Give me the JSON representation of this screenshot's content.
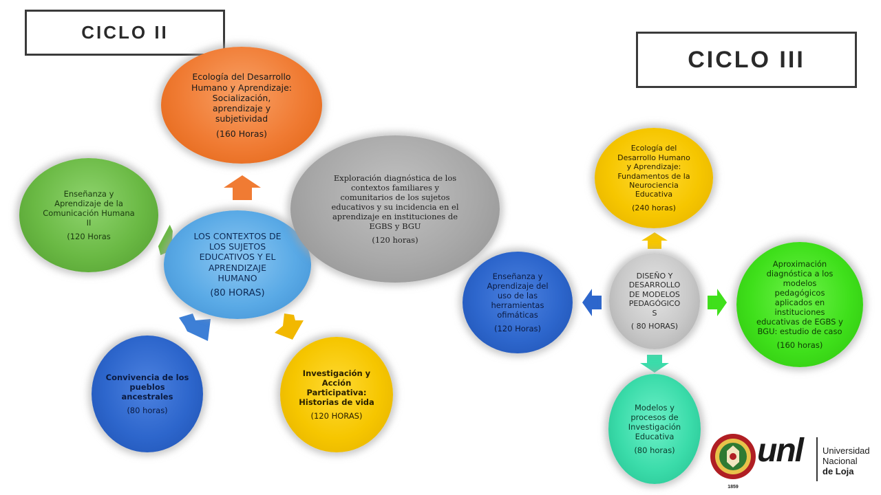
{
  "ciclo2": {
    "title": "CICLO II",
    "center": {
      "text": "LOS CONTEXTOS  DE\nLOS SUJETOS\nEDUCATIVOS  Y EL\nAPRENDIZAJE\nHUMANO",
      "hours": "(80 HORAS)"
    },
    "top": {
      "text": "Ecología del Desarrollo\nHumano y Aprendizaje:\nSocialización,\naprendizaje  y\nsubjetividad",
      "hours": "(160 Horas)"
    },
    "left": {
      "text": "Enseñanza y\nAprendizaje de la\nComunicación Humana\nII",
      "hours": "(120 Horas"
    },
    "right": {
      "text": "Exploración diagnóstica de los\ncontextos familiares y\ncomunitarios de los sujetos\neducativos y su incidencia en el\naprendizaje en instituciones de\nEGBS y BGU",
      "hours": "(120 horas)"
    },
    "bottom_left": {
      "text": "Convivencia de los\npueblos\nancestrales",
      "hours": "(80 horas)"
    },
    "bottom_right": {
      "text": "Investigación y\nAcción\nParticipativa:\nHistorias de vida",
      "hours": "(120 HORAS)"
    }
  },
  "ciclo3": {
    "title": "CICLO III",
    "center": {
      "text": "DISEÑO Y\nDESARROLLO\nDE MODELOS\nPEDAGÓGICO\nS",
      "hours": "( 80 HORAS)"
    },
    "top": {
      "text": "Ecología del\nDesarrollo Humano\ny Aprendizaje:\nFundamentos de la\nNeurociencia\nEducativa",
      "hours": "(240 horas)"
    },
    "left": {
      "text": "Enseñanza y\nAprendizaje del\nuso de las\nherramientas\nofimáticas",
      "hours": "(120 Horas)"
    },
    "right": {
      "text": "Aproximación\ndiagnóstica a los\nmodelos\npedagógicos\naplicados en\ninstituciones\neducativas de EGBS y\nBGU: estudio de caso",
      "hours": "(160 horas)"
    },
    "bottom": {
      "text": "Modelos y\nprocesos de\nInvestigación\nEducativa",
      "hours": "(80 horas)"
    }
  },
  "logo": {
    "seal_year": "1859",
    "unl": "unl",
    "name_line1": "Universidad",
    "name_line2": "Nacional",
    "name_line3": "de Loja"
  },
  "colors": {
    "orange": "#f07b33",
    "green": "#6ab944",
    "blue": "#5aaae6",
    "gray": "#a8a8a8",
    "navy": "#2d66cc",
    "yellow": "#f6c600",
    "lime": "#3fe01b",
    "teal": "#3bdcaa",
    "seal_red": "#b01e23",
    "seal_green": "#2f7a33"
  }
}
